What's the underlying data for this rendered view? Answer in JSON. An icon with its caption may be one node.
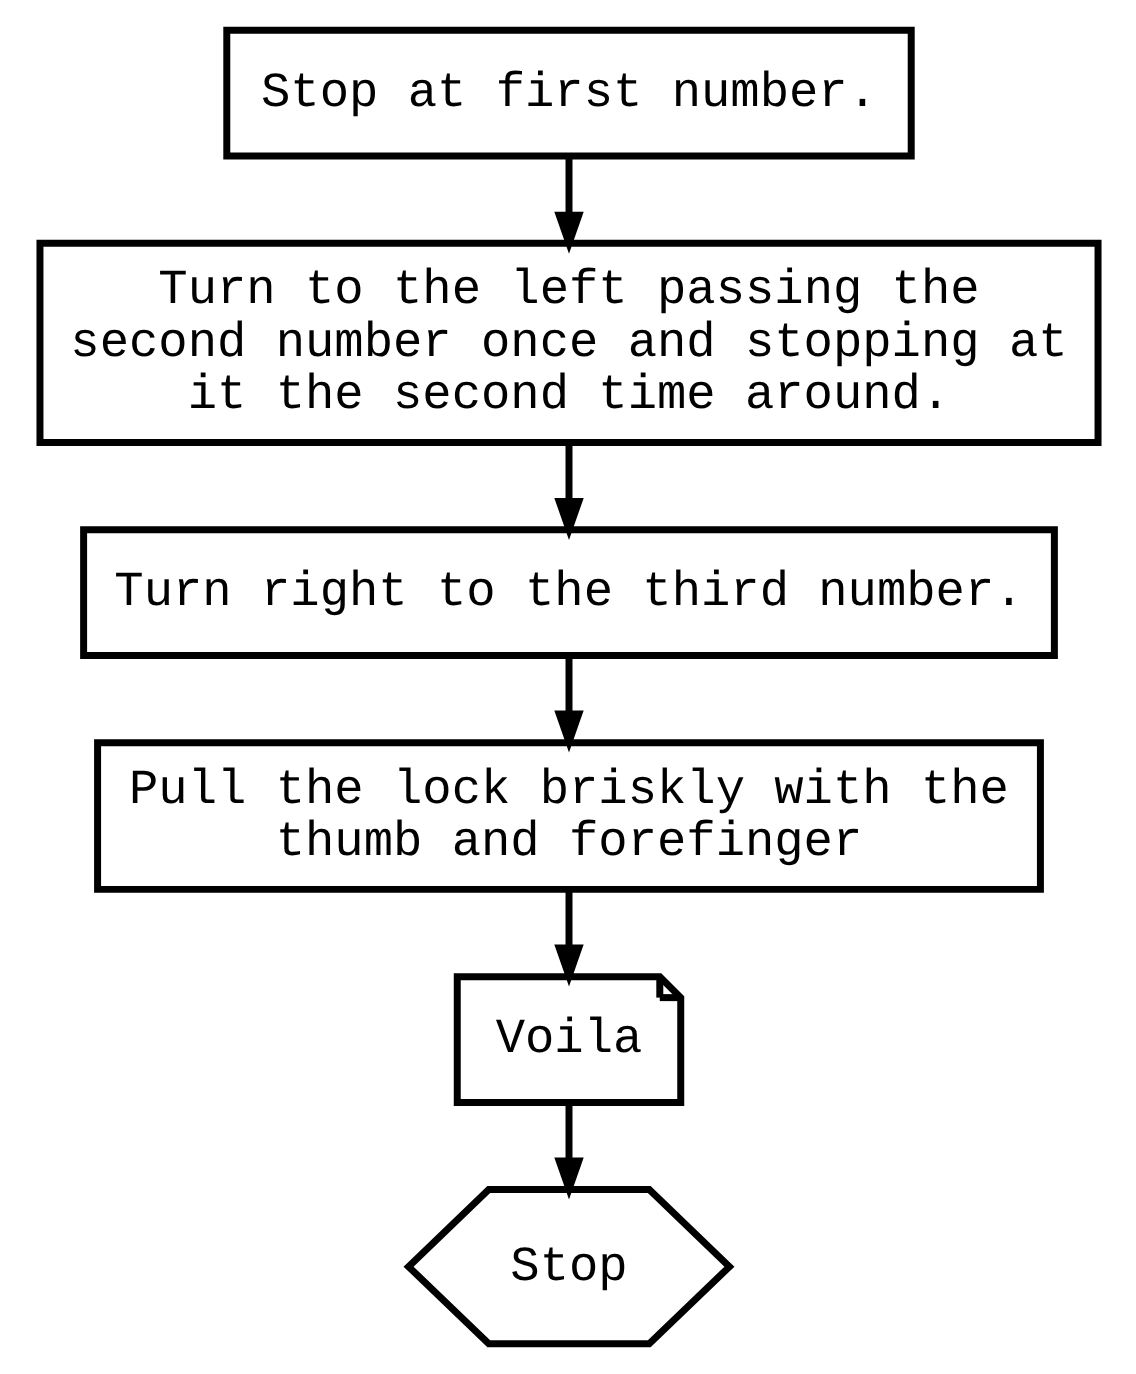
{
  "diagram": {
    "nodes": [
      {
        "text": [
          "Stop at first number."
        ]
      },
      {
        "text": [
          "Turn to the left passing the second number once and stopping at it the second time around."
        ]
      },
      {
        "text": [
          "Turn right to the third number."
        ]
      },
      {
        "text": [
          "Pull the lock briskly with the thumb and forefinger"
        ]
      },
      {
        "text": [
          "Voila"
        ]
      },
      {
        "text": [
          "Stop"
        ]
      }
    ],
    "edges": [
      {
        "from": 0,
        "to": 1,
        "arrow": "to"
      },
      {
        "from": 1,
        "to": 2,
        "arrow": "to"
      },
      {
        "from": 2,
        "to": 3,
        "arrow": "to"
      },
      {
        "from": 3,
        "to": 4,
        "arrow": "to"
      },
      {
        "from": 4,
        "to": 5,
        "arrow": "to"
      }
    ]
  }
}
